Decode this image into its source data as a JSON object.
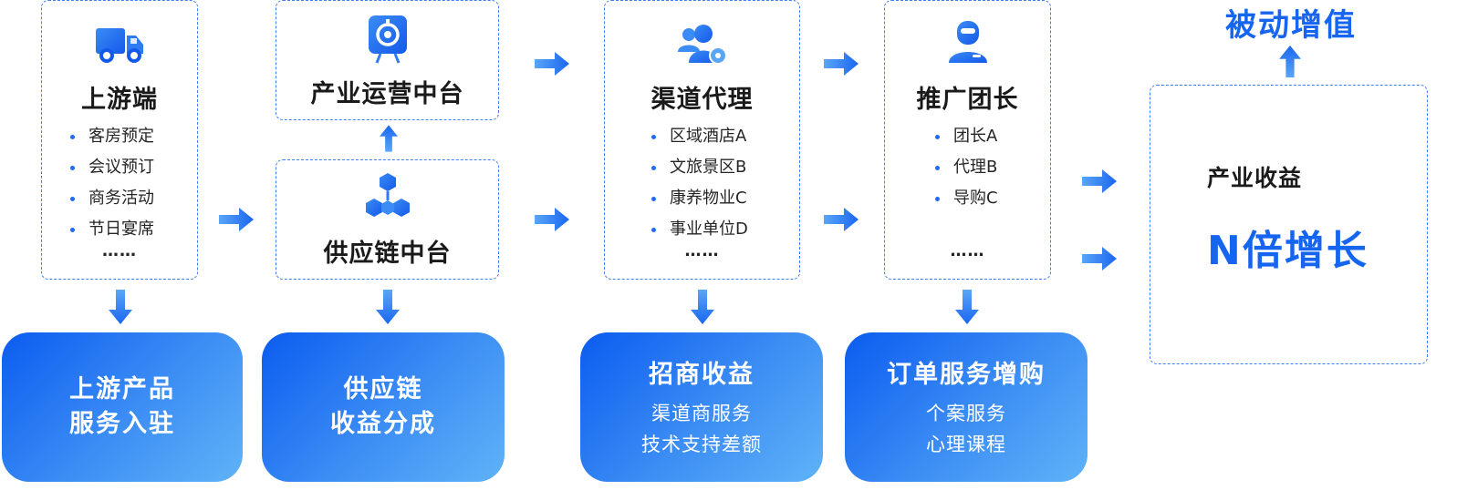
{
  "upstream": {
    "title": "上游端",
    "icon": "truck-icon",
    "items": [
      "客房预定",
      "会议预订",
      "商务活动",
      "节日宴席"
    ],
    "ellipsis": "……",
    "result_line1": "上游产品",
    "result_line2": "服务入驻"
  },
  "ops_platform": {
    "title": "产业运营中台",
    "icon": "target-icon"
  },
  "supply_chain": {
    "title": "供应链中台",
    "icon": "cubes-icon",
    "result_line1": "供应链",
    "result_line2": "收益分成"
  },
  "channel": {
    "title": "渠道代理",
    "icon": "users-icon",
    "items": [
      "区域酒店A",
      "文旅景区B",
      "康养物业C",
      "事业单位D"
    ],
    "ellipsis": "……",
    "result_title": "招商收益",
    "result_line1": "渠道商服务",
    "result_line2": "技术支持差额"
  },
  "promoter": {
    "title": "推广团长",
    "icon": "user-icon",
    "items": [
      "团长A",
      "代理B",
      "导购C"
    ],
    "ellipsis": "……",
    "result_title": "订单服务增购",
    "result_line1": "个案服务",
    "result_line2": "心理课程"
  },
  "industry": {
    "label": "产业收益",
    "growth": "N倍增长",
    "passive": "被动增值"
  },
  "colors": {
    "accent": "#1565f0",
    "arrow": "#2f7cf2",
    "dash": "#3f7df0"
  }
}
